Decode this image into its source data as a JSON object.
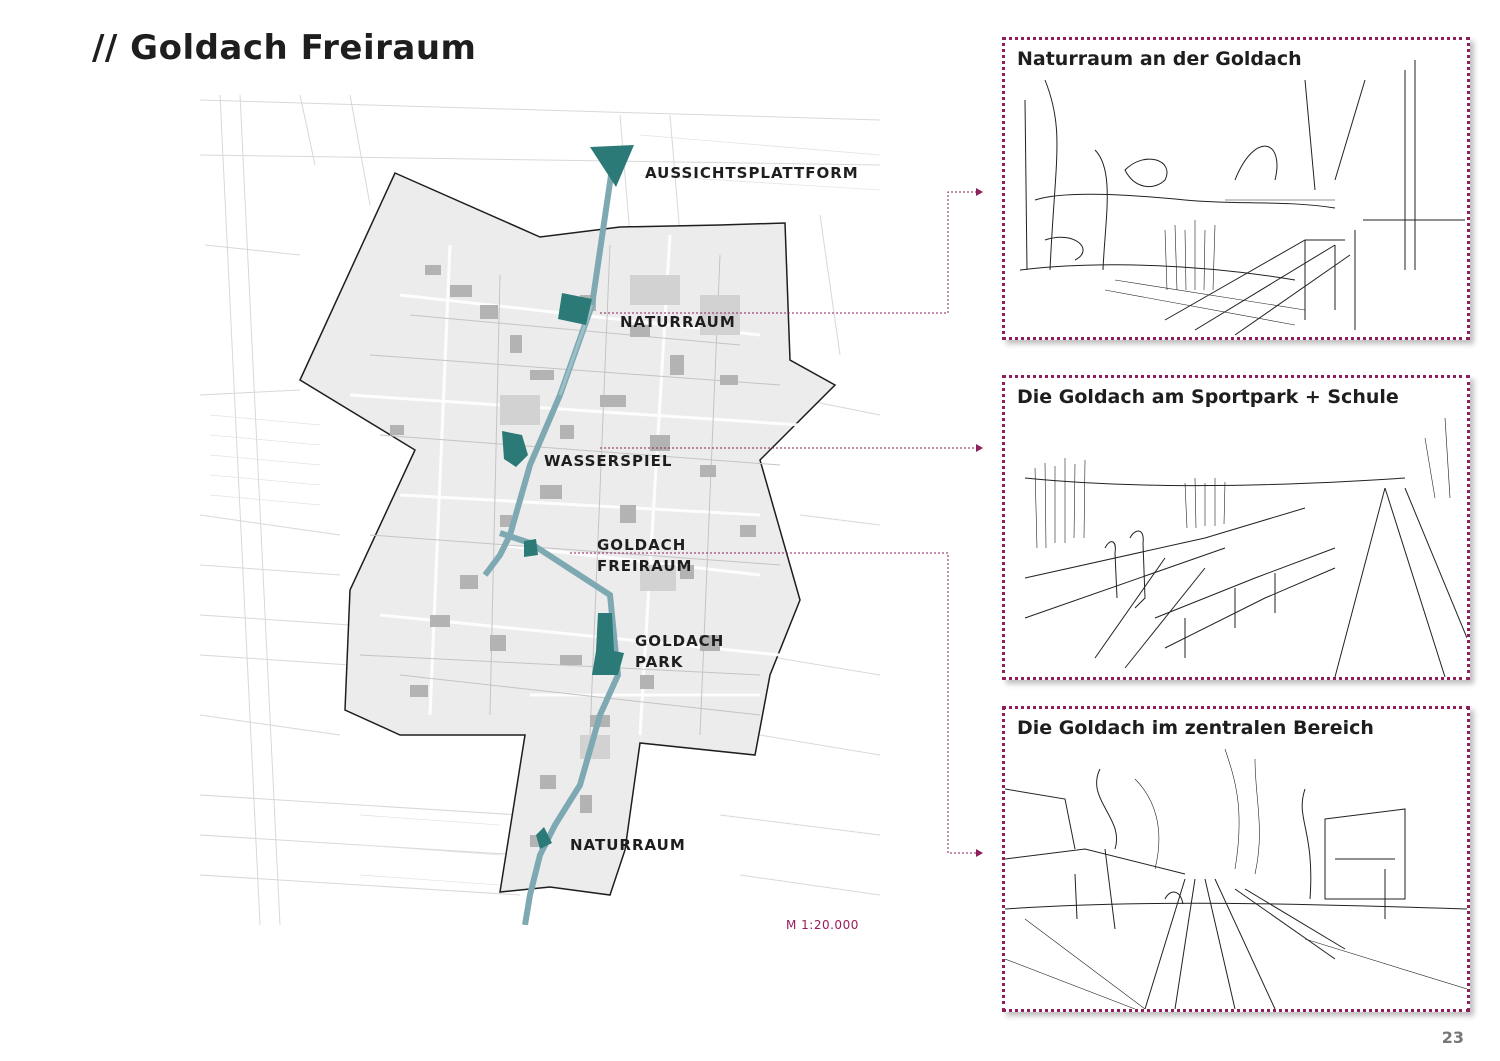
{
  "page": {
    "title": "// Goldach Freiraum",
    "page_number": "23"
  },
  "map": {
    "labels": {
      "aussicht": "AUSSICHTSPLATTFORM",
      "naturraum_north": "NATURRAUM",
      "wasserspiel": "WASSERSPIEL",
      "freiraum_line1": "GOLDACH",
      "freiraum_line2": "FREIRAUM",
      "park_line1": "GOLDACH",
      "park_line2": "PARK",
      "naturraum_south": "NATURRAUM"
    },
    "scale": "M 1:20.000",
    "colors": {
      "river": "#2b7a78",
      "river_light": "#7fa9b2",
      "district_fill": "#ececec",
      "district_outline": "#1e1e1e",
      "accent": "#8e1e5c"
    }
  },
  "sketches": [
    {
      "title": "Naturraum an der Goldach"
    },
    {
      "title": "Die Goldach am Sportpark + Schule"
    },
    {
      "title": "Die Goldach im zentralen Bereich"
    }
  ]
}
